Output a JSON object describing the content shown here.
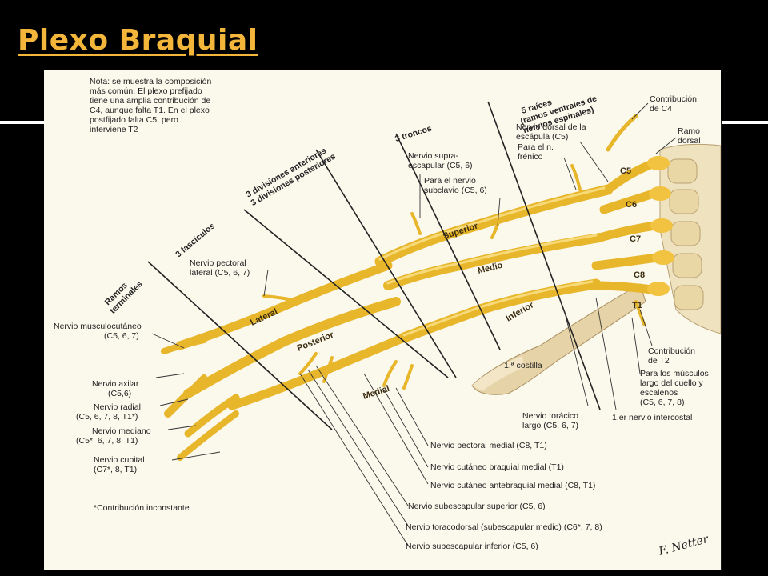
{
  "slide": {
    "title": "Plexo Braquial"
  },
  "figure": {
    "note": [
      "Nota: se muestra la composición",
      "más común. El plexo prefijado",
      "tiene una amplia contribución de",
      "C4, aunque falta T1. En el plexo",
      "postfijado falta C5, pero",
      "interviene T2"
    ],
    "groups": {
      "roots": [
        "5 raíces",
        "(ramos ventrales de",
        "nervios espinales)"
      ],
      "trunks": "3 troncos",
      "divisions": [
        "3 divisiones anteriores",
        "3 divisiones posteriores"
      ],
      "cords": "3 fascículos",
      "terminal": [
        "Ramos",
        "terminales"
      ]
    },
    "spinal": [
      "C5",
      "C6",
      "C7",
      "C8",
      "T1"
    ],
    "trunk_names": [
      "Superior",
      "Medio",
      "Inferior"
    ],
    "cord_names": [
      "Lateral",
      "Posterior",
      "Medial"
    ],
    "right_labels": {
      "c4": [
        "Contribución",
        "de C4"
      ],
      "ramo_dorsal": [
        "Ramo",
        "dorsal"
      ],
      "dorsal_escapula": [
        "Nervio dorsal de la",
        "escápula (C5)"
      ],
      "frenico": [
        "Para el n.",
        "frénico"
      ],
      "supraescapular": [
        "Nervio supra-",
        "escapular (C5, 6)"
      ],
      "subclavio": [
        "Para el nervio",
        "subclavio (C5, 6)"
      ],
      "t2": [
        "Contribución",
        "de T2"
      ],
      "musculos": [
        "Para los músculos",
        "largo del cuello y",
        "escalenos",
        "(C5, 6, 7, 8)"
      ],
      "costilla": "1.ª costilla",
      "toracico_largo": [
        "Nervio torácico",
        "largo (C5, 6, 7)"
      ],
      "intercostal": "1.er nervio intercostal"
    },
    "left_labels": {
      "pectoral_lateral": [
        "Nervio pectoral",
        "lateral (C5, 6, 7)"
      ],
      "musculocutaneo": [
        "Nervio musculocutáneo",
        "(C5, 6, 7)"
      ],
      "axilar": [
        "Nervio axilar",
        "(C5,6)"
      ],
      "radial": [
        "Nervio radial",
        "(C5, 6, 7, 8, T1*)"
      ],
      "mediano": [
        "Nervio mediano",
        "(C5*, 6, 7, 8, T1)"
      ],
      "cubital": [
        "Nervio cubital",
        "(C7*, 8, T1)"
      ]
    },
    "bottom_labels": [
      "Nervio pectoral medial (C8, T1)",
      "Nervio cutáneo braquial medial (T1)",
      "Nervio cutáneo antebraquial medial (C8, T1)",
      "Nervio subescapular superior (C5, 6)",
      "Nervio toracodorsal (subescapular medio) (C6*, 7, 8)",
      "Nervio subescapular inferior (C5, 6)"
    ],
    "footnote": "*Contribución inconstante",
    "signature": "F. Netter"
  },
  "colors": {
    "title": "#f4b63a",
    "nerve": "#e8b62a",
    "bone": "#e8d9b0",
    "background": "#fbf8ec"
  }
}
